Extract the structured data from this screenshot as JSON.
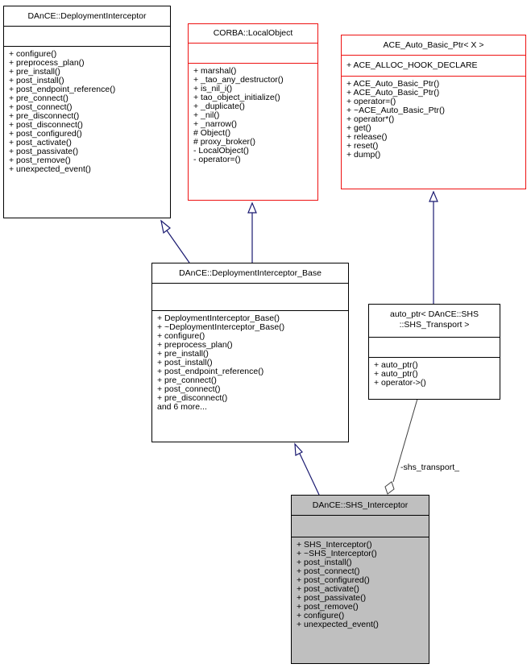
{
  "diagram": {
    "type": "uml-class-inheritance",
    "classes": [
      {
        "id": "deployment_interceptor",
        "name": "DAnCE::DeploymentInterceptor",
        "style": "normal",
        "attributes": [],
        "methods": [
          "+ configure()",
          "+ preprocess_plan()",
          "+ pre_install()",
          "+ post_install()",
          "+ post_endpoint_reference()",
          "+ pre_connect()",
          "+ post_connect()",
          "+ pre_disconnect()",
          "+ post_disconnect()",
          "+ post_configured()",
          "+ post_activate()",
          "+ post_passivate()",
          "+ post_remove()",
          "+ unexpected_event()"
        ]
      },
      {
        "id": "corba_local_object",
        "name": "CORBA::LocalObject",
        "style": "undocumented",
        "attributes": [],
        "methods": [
          "+ marshal()",
          "+ _tao_any_destructor()",
          "+ is_nil_i()",
          "+ tao_object_initialize()",
          "+ _duplicate()",
          "+ _nil()",
          "+ _narrow()",
          "# Object()",
          "# proxy_broker()",
          "- LocalObject()",
          "- operator=()"
        ]
      },
      {
        "id": "ace_auto_basic_ptr",
        "name": "ACE_Auto_Basic_Ptr< X >",
        "style": "undocumented",
        "attributes": [
          "+ ACE_ALLOC_HOOK_DECLARE"
        ],
        "methods": [
          "+ ACE_Auto_Basic_Ptr()",
          "+ ACE_Auto_Basic_Ptr()",
          "+ operator=()",
          "+ ~ACE_Auto_Basic_Ptr()",
          "+ operator*()",
          "+ get()",
          "+ release()",
          "+ reset()",
          "+ dump()"
        ]
      },
      {
        "id": "deployment_interceptor_base",
        "name": "DAnCE::DeploymentInterceptor_Base",
        "style": "normal",
        "attributes": [],
        "methods": [
          "+ DeploymentInterceptor_Base()",
          "+ ~DeploymentInterceptor_Base()",
          "+ configure()",
          "+ preprocess_plan()",
          "+ pre_install()",
          "+ post_install()",
          "+ post_endpoint_reference()",
          "+ pre_connect()",
          "+ post_connect()",
          "+ pre_disconnect()",
          "and 6 more..."
        ]
      },
      {
        "id": "auto_ptr_shs_transport",
        "name_lines": [
          "auto_ptr< DAnCE::SHS",
          "::SHS_Transport >"
        ],
        "style": "normal",
        "attributes": [],
        "methods": [
          "+ auto_ptr()",
          "+ auto_ptr()",
          "+ operator->()"
        ]
      },
      {
        "id": "shs_interceptor",
        "name": "DAnCE::SHS_Interceptor",
        "style": "focus",
        "attributes": [],
        "methods": [
          "+ SHS_Interceptor()",
          "+ ~SHS_Interceptor()",
          "+ post_install()",
          "+ post_connect()",
          "+ post_configured()",
          "+ post_activate()",
          "+ post_passivate()",
          "+ post_remove()",
          "+ configure()",
          "+ unexpected_event()"
        ]
      }
    ],
    "relations": [
      {
        "from": "deployment_interceptor_base",
        "to": "deployment_interceptor",
        "kind": "inheritance"
      },
      {
        "from": "deployment_interceptor_base",
        "to": "corba_local_object",
        "kind": "inheritance"
      },
      {
        "from": "auto_ptr_shs_transport",
        "to": "ace_auto_basic_ptr",
        "kind": "inheritance"
      },
      {
        "from": "shs_interceptor",
        "to": "deployment_interceptor_base",
        "kind": "inheritance"
      },
      {
        "from": "auto_ptr_shs_transport",
        "to": "shs_interceptor",
        "kind": "aggregation",
        "label": "-shs_transport_"
      }
    ],
    "colors": {
      "inheritance_edge": "#191970",
      "aggregation_edge": "#404040",
      "undocumented_border": "#ee1111",
      "focus_fill": "#bfbfbf"
    }
  }
}
